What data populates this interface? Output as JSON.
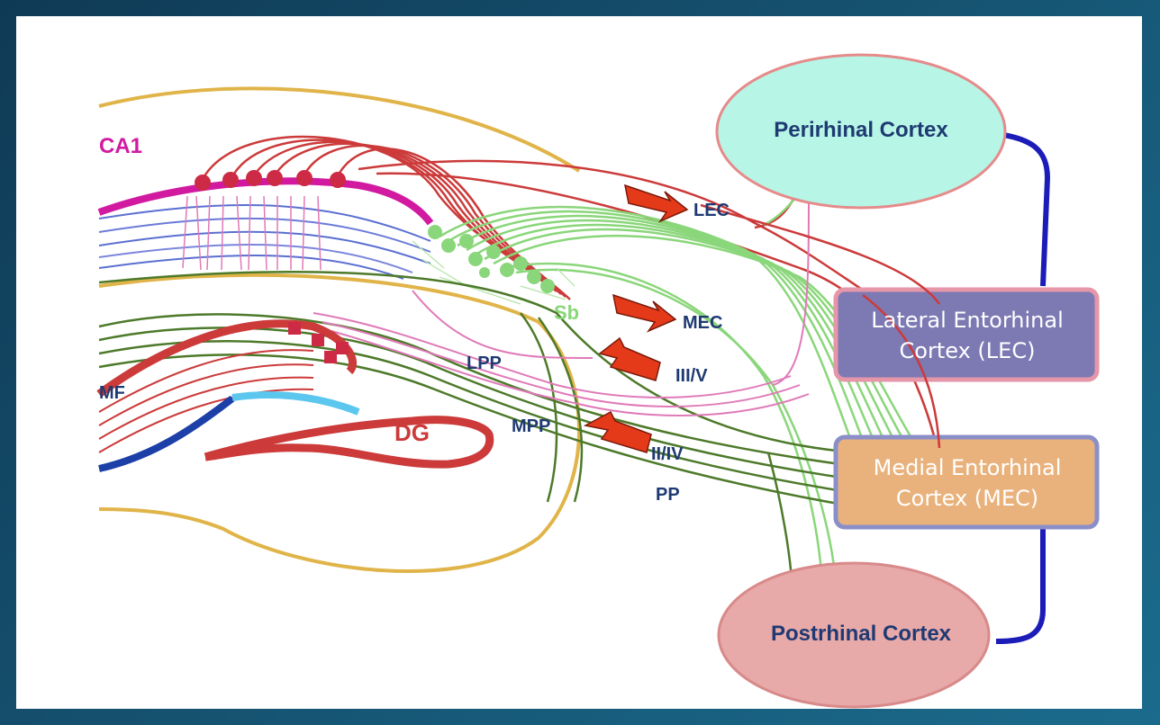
{
  "regions": {
    "ca1": "CA1",
    "sb": "Sb",
    "mf": "MF",
    "dg": "DG",
    "lpp": "LPP",
    "mpp": "MPP",
    "pp": "PP"
  },
  "arrows": {
    "lec": "LEC",
    "mec": "MEC",
    "iii_v": "III/V",
    "ii_iv": "II/IV"
  },
  "cortex": {
    "perirhinal": "Perirhinal Cortex",
    "postrhinal": "Postrhinal Cortex",
    "lateral_line1": "Lateral Entorhinal",
    "lateral_line2": "Cortex (LEC)",
    "medial_line1": "Medial Entorhinal",
    "medial_line2": "Cortex (MEC)"
  },
  "colors": {
    "background": "#15516f",
    "ca1": "#d11aa0",
    "dg": "#cc3a3a",
    "sb": "#7fd36e",
    "perirhinal_fill": "#b7f5e6",
    "postrhinal_fill": "#e8a9a9",
    "lateral_fill": "#7d79b3",
    "medial_fill": "#e9b27c",
    "connector": "#1c1cb8",
    "arrow": "#e53a1a",
    "label_blue": "#1f3a72"
  }
}
